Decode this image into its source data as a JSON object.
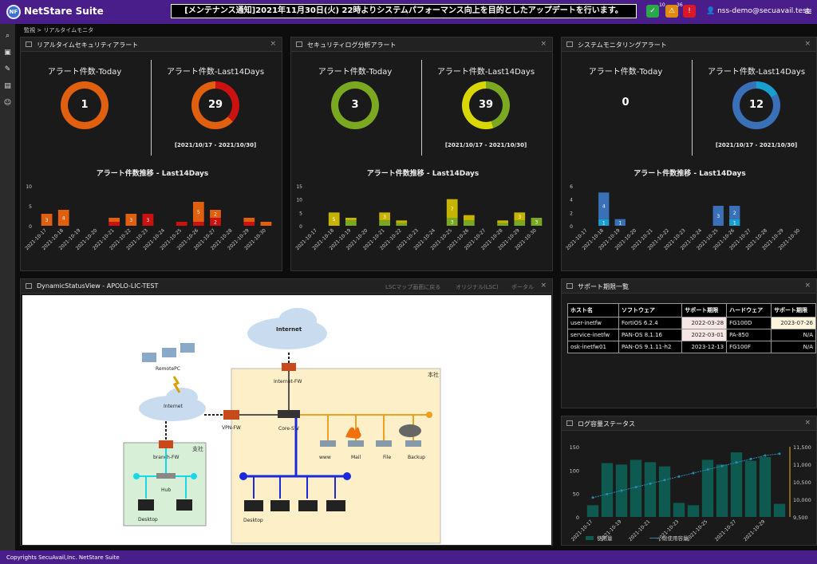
{
  "header": {
    "logo_text": "NF",
    "app_name": "NetStare Suite",
    "notice": "[メンテナンス通知]2021年11月30日(火) 22時よりシステムパフォーマンス向上を目的としたアップデートを行います。",
    "badges": [
      {
        "icon": "check-icon",
        "count": "10",
        "color": "#2aa84a"
      },
      {
        "icon": "warning-icon",
        "count": "36",
        "color": "#e08a14"
      },
      {
        "icon": "error-icon",
        "count": "",
        "color": "#d9182a"
      }
    ],
    "user": "nss-demo@secuavail.test",
    "menu": "≡"
  },
  "breadcrumb": "監視 > リアルタイムモニタ",
  "footer": "Copyrights SecuAvail,Inc.  NetStare Suite",
  "sidebar": [
    "search-icon",
    "monitor-icon",
    "wrench-icon",
    "book-icon",
    "users-icon"
  ],
  "panels": {
    "realtime": {
      "title": "リアルタイムセキュリティアラート",
      "today_label": "アラート件数-Today",
      "today": "1",
      "days_label": "アラート件数-Last14Days",
      "days": "29",
      "range": "[2021/10/17 - 2021/10/30]",
      "trend_title": "アラート件数推移 - Last14Days",
      "close": "×"
    },
    "logs": {
      "title": "セキュリティログ分析アラート",
      "today_label": "アラート件数-Today",
      "today": "3",
      "days_label": "アラート件数-Last14Days",
      "days": "39",
      "range": "[2021/10/17 - 2021/10/30]",
      "trend_title": "アラート件数推移 - Last14Days",
      "close": "×"
    },
    "system": {
      "title": "システムモニタリングアラート",
      "today_label": "アラート件数-Today",
      "today": "0",
      "days_label": "アラート件数-Last14Days",
      "days": "12",
      "range": "[2021/10/17 - 2021/10/30]",
      "trend_title": "アラート件数推移 - Last14Days",
      "close": "×"
    },
    "dsv": {
      "title": "DynamicStatusView - APOLO-LIC-TEST",
      "link1": "LSCマップ画面に戻る",
      "link2": "オリジナル(LSC)",
      "link3": "ポータル",
      "close": "×"
    },
    "support": {
      "title": "サポート期限一覧",
      "close": "×",
      "headers": [
        "ホスト名",
        "ソフトウェア",
        "サポート期限",
        "ハードウェア",
        "サポート期限"
      ],
      "rows": [
        [
          "user-inetfw",
          "FortiOS 6.2.4",
          "2022-03-28",
          "FG100D",
          "2023-07-26"
        ],
        [
          "service-inetfw",
          "PAN-OS 8.1.16",
          "2022-03-01",
          "PA-850",
          "N/A"
        ],
        [
          "osk-inetfw01",
          "PAN-OS 9.1.11-h2",
          "2023-12-13",
          "FG100F",
          "N/A"
        ]
      ]
    },
    "logcap": {
      "title": "ログ容量ステータス",
      "close": "×"
    }
  },
  "diagram": {
    "internet_top": "Internet",
    "internet_left": "Internet",
    "remote": "RemotePC",
    "vpn": "VPN-FW",
    "core": "Core-SW",
    "inetfw": "Internet-FW",
    "branchfw": "branch-FW",
    "hub": "Hub",
    "desktop1": "Desktop",
    "desktop2": "Desktop",
    "www": "www",
    "mail": "Mail",
    "file": "File",
    "backup": "Backup",
    "honsha": "本社",
    "shisha": "支社"
  },
  "chart_data": [
    {
      "type": "bar",
      "title": "アラート件数推移 - Last14Days",
      "categories": [
        "2021-10-17",
        "2021-10-18",
        "2021-10-19",
        "2021-10-20",
        "2021-10-21",
        "2021-10-22",
        "2021-10-23",
        "2021-10-24",
        "2021-10-25",
        "2021-10-26",
        "2021-10-27",
        "2021-10-28",
        "2021-10-29",
        "2021-10-30"
      ],
      "series": [
        {
          "name": "オープン",
          "color": "#cc1111",
          "values": [
            0,
            0,
            0,
            0,
            1,
            0,
            3,
            0,
            1,
            1,
            2,
            0,
            1,
            0
          ]
        },
        {
          "name": "クローズ",
          "color": "#e06010",
          "values": [
            3,
            4,
            0,
            0,
            1,
            3,
            0,
            0,
            0,
            5,
            2,
            0,
            1,
            1
          ]
        }
      ],
      "ylim": [
        0,
        10
      ],
      "yticks": [
        0,
        5,
        10
      ]
    },
    {
      "type": "bar",
      "title": "アラート件数推移 - Last14Days",
      "categories": [
        "2021-10-17",
        "2021-10-18",
        "2021-10-19",
        "2021-10-20",
        "2021-10-21",
        "2021-10-22",
        "2021-10-23",
        "2021-10-24",
        "2021-10-25",
        "2021-10-26",
        "2021-10-27",
        "2021-10-28",
        "2021-10-29",
        "2021-10-30"
      ],
      "series": [
        {
          "name": "オープン",
          "color": "#7aa820",
          "values": [
            0,
            0,
            2,
            0,
            2,
            1,
            0,
            0,
            3,
            2,
            0,
            1,
            2,
            3
          ]
        },
        {
          "name": "クローズ",
          "color": "#c8b400",
          "values": [
            0,
            5,
            1,
            0,
            3,
            1,
            0,
            0,
            7,
            2,
            0,
            1,
            3,
            0
          ]
        }
      ],
      "ylim": [
        0,
        15
      ],
      "yticks": [
        0,
        5,
        10,
        15
      ]
    },
    {
      "type": "bar",
      "title": "アラート件数推移 - Last14Days",
      "categories": [
        "2021-10-17",
        "2021-10-18",
        "2021-10-19",
        "2021-10-20",
        "2021-10-21",
        "2021-10-22",
        "2021-10-23",
        "2021-10-24",
        "2021-10-25",
        "2021-10-26",
        "2021-10-27",
        "2021-10-28",
        "2021-10-29",
        "2021-10-30"
      ],
      "series": [
        {
          "name": "オープン",
          "color": "#1a9ed0",
          "values": [
            0,
            1,
            0,
            0,
            0,
            0,
            0,
            0,
            0,
            1,
            0,
            0,
            0,
            0
          ]
        },
        {
          "name": "クローズ",
          "color": "#3a70b8",
          "values": [
            0,
            4,
            1,
            0,
            0,
            0,
            0,
            0,
            3,
            2,
            0,
            0,
            0,
            0
          ]
        }
      ],
      "ylim": [
        0,
        6
      ],
      "yticks": [
        0,
        2,
        4,
        6
      ]
    },
    {
      "type": "bar+line",
      "categories": [
        "2021-10-17",
        "2021-10-18",
        "2021-10-19",
        "2021-10-20",
        "2021-10-21",
        "2021-10-22",
        "2021-10-23",
        "2021-10-24",
        "2021-10-25",
        "2021-10-26",
        "2021-10-27",
        "2021-10-28",
        "2021-10-29",
        "2021-10-30"
      ],
      "xticks": [
        "2021-10-17",
        "2021-10-19",
        "2021-10-21",
        "2021-10-23",
        "2021-10-25",
        "2021-10-27",
        "2021-10-29"
      ],
      "series": [
        {
          "name": "使用量",
          "type": "bar",
          "color": "#0e5a50",
          "values": [
            25,
            115,
            112,
            122,
            117,
            108,
            30,
            25,
            122,
            112,
            138,
            120,
            128,
            28
          ]
        },
        {
          "name": "総使用容量",
          "type": "line",
          "color": "#2a8ab0",
          "values": [
            10050,
            10150,
            10250,
            10350,
            10450,
            10550,
            10650,
            10750,
            10850,
            10950,
            11050,
            11150,
            11250,
            11300
          ]
        }
      ],
      "ylim": [
        0,
        150
      ],
      "yticks": [
        0,
        50,
        100,
        150
      ],
      "y2lim": [
        9500,
        11500
      ],
      "y2ticks": [
        9500,
        10000,
        10500,
        11000,
        11500
      ]
    }
  ]
}
